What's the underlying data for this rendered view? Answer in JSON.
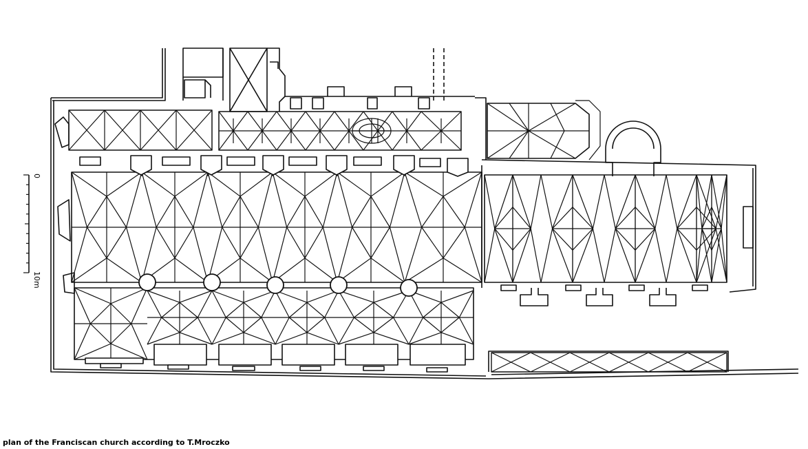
{
  "caption": "plan of the Franciscan church according to T.Mroczko",
  "scale_bar": {
    "start_label": "0",
    "end_label": "10m",
    "divisions": 10
  }
}
